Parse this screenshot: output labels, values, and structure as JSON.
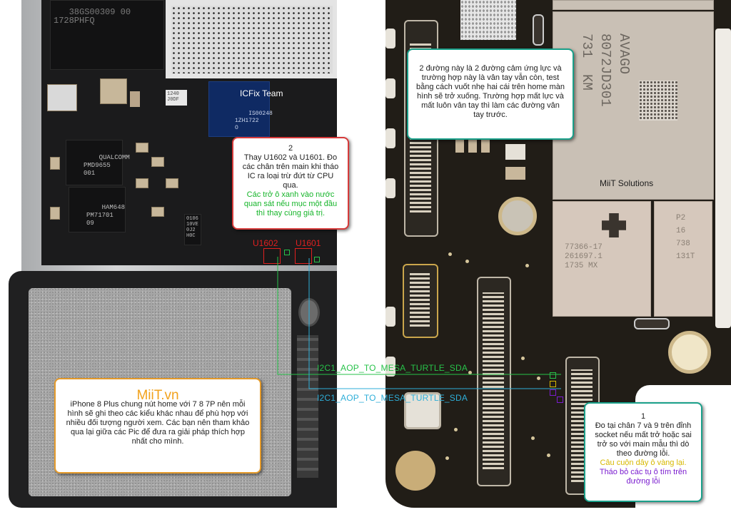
{
  "left_board": {
    "chip_top_text": "38GS00309 00\n1728PHFQ",
    "chip_qualcomm": "QUALCOMM\nPMD9655\n001",
    "chip_ham": "HAM648\nPM71701\n09",
    "chip_blue": "IS00248\n1ZH1722\nO",
    "small_chip": "1240\nJ0DF",
    "team_label": "ICFix Team",
    "ic_label_1602": "U1602",
    "ic_label_1601": "U1601",
    "ic_small_text": "0106\n10VE\n0J2\nH0C"
  },
  "right_board": {
    "avago_text": "AVAGO\n8072JD301\n731  KM",
    "small_chip_text": "77366-17\n261697.1\n1735 MX",
    "p2_chip_text": "P2\n16\n738\n131T",
    "watermark": "MiiT Solutions"
  },
  "traces": {
    "trace_1": "I2C1_AOP_TO_MESA_TURTLE_SDA",
    "trace_2": "I2C1_AOP_TO_MESA_TURTLE_SDA",
    "colors": {
      "trace_1": "#27c24a",
      "trace_2": "#2eaed8"
    }
  },
  "callouts": {
    "fingerprint": {
      "text": "2 đường này là 2 đường cảm ứng lực và trường hợp này là vân tay vẫn còn, test bằng cách vuốt nhẹ hai cái trên home màn hình sẽ trở xuống. Trường hợp mất lực và mất luôn vân tay thì làm các đường vân tay trước."
    },
    "step2": {
      "number": "2",
      "text": "Thay U1602 và U1601. Đo các chân trên main khi tháo IC ra loại trừ đứt từ CPU qua.",
      "green_text": "Các trở ô xanh vào nước quan sát nếu mục một đầu thì thay cùng giá trị."
    },
    "step1": {
      "number": "1",
      "text": "Đo tại chân 7 và 9 trên đỉnh socket nếu mất trở hoặc sai trở so với main mẫu thì dò theo đường lỗi.",
      "yellow_text": "Câu cuộn dây ô vàng lại.",
      "purple_text": "Tháo bỏ các tụ ô tím trên đường lỗi"
    },
    "miit": {
      "title": "MiiT.vn",
      "text": "iPhone 8 Plus chung nút home với 7 8 7P nên mỗi hình sẽ ghi theo các kiểu khác nhau để phù hợp với nhiều đối tượng người xem. Các bạn nên tham khảo qua lại giữa các Pic để đưa ra giải pháp thích hợp nhất cho mình."
    }
  },
  "colors": {
    "callout_red": "#d63a3a",
    "callout_teal": "#1aa08a",
    "callout_orange": "#e49a2a",
    "miit_title": "#f2a21c",
    "green_note": "#16b52a",
    "yellow_note": "#d7b800",
    "purple_note": "#7a1ccf"
  }
}
